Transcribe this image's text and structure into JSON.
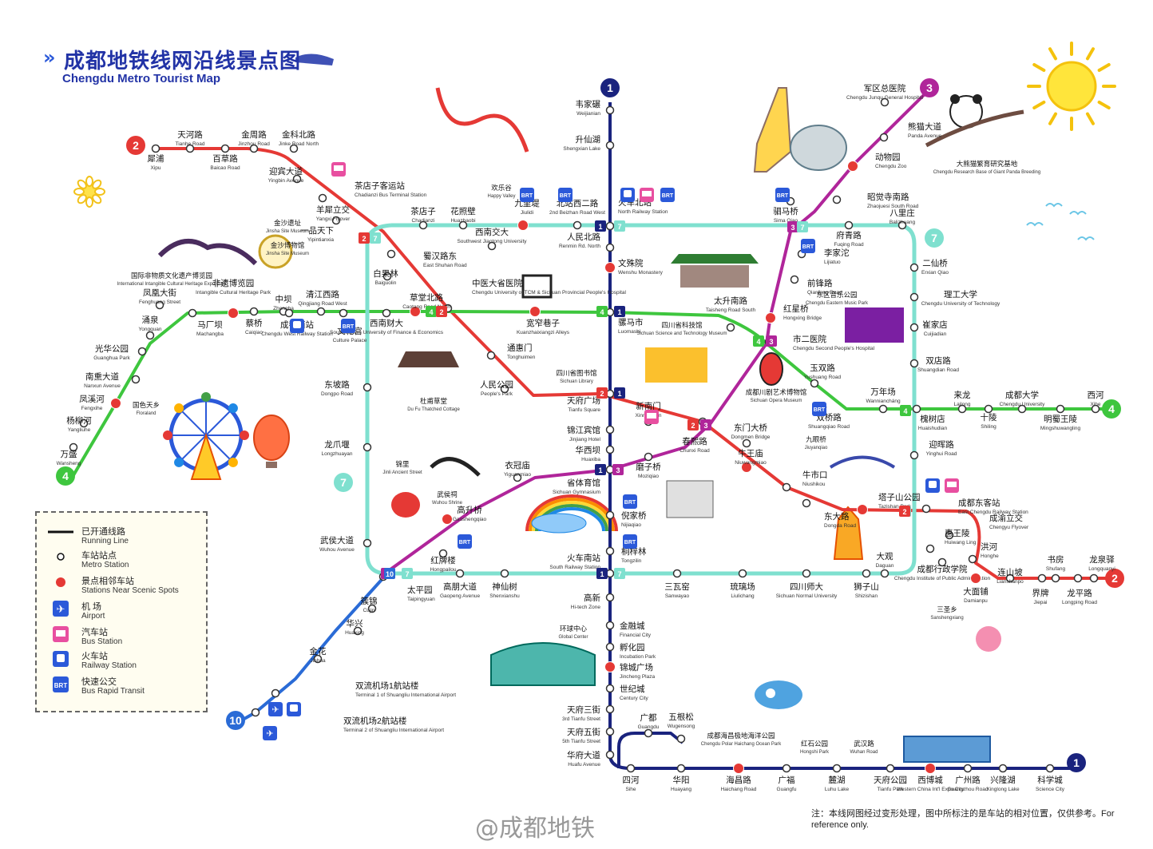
{
  "title": {
    "cn": "成都地铁线网沿线景点图",
    "en": "Chengdu Metro Tourist Map"
  },
  "line_colors": {
    "1": "#1a237e",
    "2": "#e53935",
    "3": "#b0259a",
    "4": "#3ec63e",
    "7": "#7fe0cf",
    "10": "#2a6bd6"
  },
  "lines": [
    {
      "id": "1",
      "label": "1",
      "color": "#1a237e"
    },
    {
      "id": "2",
      "label": "2",
      "color": "#e53935"
    },
    {
      "id": "3",
      "label": "3",
      "color": "#b0259a"
    },
    {
      "id": "4",
      "label": "4",
      "color": "#3ec63e"
    },
    {
      "id": "7",
      "label": "7",
      "color": "#7fe0cf"
    },
    {
      "id": "10",
      "label": "10",
      "color": "#2a6bd6"
    }
  ],
  "stations": [
    {
      "cn": "韦家碾",
      "en": "Weijianian"
    },
    {
      "cn": "升仙湖",
      "en": "Shengxian Lake"
    },
    {
      "cn": "火车北站",
      "en": "North Railway Station"
    },
    {
      "cn": "人民北路",
      "en": "Renmin Rd. North"
    },
    {
      "cn": "文殊院",
      "en": "Wenshu Monastery"
    },
    {
      "cn": "骡马市",
      "en": "Luomashi"
    },
    {
      "cn": "天府广场",
      "en": "Tianfu Square"
    },
    {
      "cn": "锦江宾馆",
      "en": "Jinjiang Hotel"
    },
    {
      "cn": "华西坝",
      "en": "Huaxiba"
    },
    {
      "cn": "省体育馆",
      "en": "Sichuan Gymnasium"
    },
    {
      "cn": "倪家桥",
      "en": "Nijiaqiao"
    },
    {
      "cn": "桐梓林",
      "en": "Tongzilin"
    },
    {
      "cn": "火车南站",
      "en": "South Railway Station"
    },
    {
      "cn": "高新",
      "en": "Hi-tech Zone"
    },
    {
      "cn": "金融城",
      "en": "Financial City"
    },
    {
      "cn": "孵化园",
      "en": "Incubation Park"
    },
    {
      "cn": "锦城广场",
      "en": "Jincheng Plaza"
    },
    {
      "cn": "世纪城",
      "en": "Century City"
    },
    {
      "cn": "天府三街",
      "en": "3rd Tianfu Street"
    },
    {
      "cn": "天府五街",
      "en": "5th Tianfu Street"
    },
    {
      "cn": "华府大道",
      "en": "Huafu Avenue"
    },
    {
      "cn": "四河",
      "en": "Sihe"
    },
    {
      "cn": "华阳",
      "en": "Huayang"
    },
    {
      "cn": "海昌路",
      "en": "Haichang Road"
    },
    {
      "cn": "广福",
      "en": "Guangfu"
    },
    {
      "cn": "麓湖",
      "en": "Luhu Lake"
    },
    {
      "cn": "天府公园",
      "en": "Tianfu Park"
    },
    {
      "cn": "西博城",
      "en": "Western China Int'l Expo City"
    },
    {
      "cn": "广州路",
      "en": "Guangzhou Road"
    },
    {
      "cn": "兴隆湖",
      "en": "Xinglong Lake"
    },
    {
      "cn": "科学城",
      "en": "Science City"
    },
    {
      "cn": "广都",
      "en": "Guangdu"
    },
    {
      "cn": "五根松",
      "en": "Wugensong"
    },
    {
      "cn": "犀浦",
      "en": "Xipu"
    },
    {
      "cn": "天河路",
      "en": "Tianhe Road"
    },
    {
      "cn": "百草路",
      "en": "Baicao Road"
    },
    {
      "cn": "金周路",
      "en": "Jinzhou Road"
    },
    {
      "cn": "金科北路",
      "en": "Jinke Road North"
    },
    {
      "cn": "迎宾大道",
      "en": "Yingbin Avenue"
    },
    {
      "cn": "茶店子客运站",
      "en": "Chadianzi Bus Terminal Station"
    },
    {
      "cn": "羊犀立交",
      "en": "Yangxi Flyover"
    },
    {
      "cn": "一品天下",
      "en": "Yipintianxia"
    },
    {
      "cn": "蜀汉路东",
      "en": "East Shuhan Road"
    },
    {
      "cn": "白果林",
      "en": "Baiguolin"
    },
    {
      "cn": "中医大省医院",
      "en": "Chengdu University of TCM & Sichuan Provincial People's Hospital"
    },
    {
      "cn": "通惠门",
      "en": "Tonghuimen"
    },
    {
      "cn": "人民公园",
      "en": "People's Park"
    },
    {
      "cn": "春熙路",
      "en": "Chunxi Road"
    },
    {
      "cn": "东门大桥",
      "en": "Dongmen Bridge"
    },
    {
      "cn": "牛王庙",
      "en": "Niuwangmiao"
    },
    {
      "cn": "牛市口",
      "en": "Niushikou"
    },
    {
      "cn": "东大路",
      "en": "Dongda Road"
    },
    {
      "cn": "塔子山公园",
      "en": "Tazishan Park"
    },
    {
      "cn": "成都东客站",
      "en": "East Chengdu Railway Station"
    },
    {
      "cn": "成渝立交",
      "en": "Chengyu Flyover"
    },
    {
      "cn": "惠王陵",
      "en": "Huiwang Ling"
    },
    {
      "cn": "洪河",
      "en": "Honghe"
    },
    {
      "cn": "成都行政学院",
      "en": "Chengdu Institute of Public Administration"
    },
    {
      "cn": "大面铺",
      "en": "Damianpu"
    },
    {
      "cn": "连山坡",
      "en": "Lianshanpo"
    },
    {
      "cn": "界牌",
      "en": "Jiepai"
    },
    {
      "cn": "书房",
      "en": "Shufang"
    },
    {
      "cn": "龙泉驿",
      "en": "Longquanyi"
    },
    {
      "cn": "龙平路",
      "en": "Longping Road"
    },
    {
      "cn": "军区总医院",
      "en": "Chengdu Junqu General Hospital"
    },
    {
      "cn": "熊猫大道",
      "en": "Panda Avenue"
    },
    {
      "cn": "动物园",
      "en": "Chengdu Zoo"
    },
    {
      "cn": "昭觉寺南路",
      "en": "Zhaojuesi South Road"
    },
    {
      "cn": "驷马桥",
      "en": "Sima Qiao"
    },
    {
      "cn": "李家沱",
      "en": "Lijiatuo"
    },
    {
      "cn": "前锋路",
      "en": "Qianfeng Road"
    },
    {
      "cn": "红星桥",
      "en": "Hongxing Bridge"
    },
    {
      "cn": "市二医院",
      "en": "Chengdu Second People's Hospital"
    },
    {
      "cn": "新南门",
      "en": "Xinnanmen"
    },
    {
      "cn": "磨子桥",
      "en": "Moziqiao"
    },
    {
      "cn": "衣冠庙",
      "en": "Yiguanmiao"
    },
    {
      "cn": "高升桥",
      "en": "Gaoshengqiao"
    },
    {
      "cn": "红牌楼",
      "en": "Hongpailou"
    },
    {
      "cn": "太平园",
      "en": "Taipingyuan"
    },
    {
      "cn": "万盛",
      "en": "Wansheng"
    },
    {
      "cn": "杨柳河",
      "en": "Yangliuhe"
    },
    {
      "cn": "凤溪河",
      "en": "Fengxihe"
    },
    {
      "cn": "南熏大道",
      "en": "Nanxun Avenue"
    },
    {
      "cn": "光华公园",
      "en": "Guanghua Park"
    },
    {
      "cn": "涌泉",
      "en": "Yongquan"
    },
    {
      "cn": "凤凰大街",
      "en": "Fenghuang Street"
    },
    {
      "cn": "马厂坝",
      "en": "Machangba"
    },
    {
      "cn": "非遗博览园",
      "en": "Intangible Cultural Heritage Park"
    },
    {
      "cn": "蔡桥",
      "en": "Caiqiao"
    },
    {
      "cn": "中坝",
      "en": "Zhongba"
    },
    {
      "cn": "成都西站",
      "en": "Chengdu West Railway Station"
    },
    {
      "cn": "清江西路",
      "en": "Qingjiang Road West"
    },
    {
      "cn": "文化宫",
      "en": "Culture Palace"
    },
    {
      "cn": "西南财大",
      "en": "Southwestern University of Finance & Economics"
    },
    {
      "cn": "草堂北路",
      "en": "Caotang Road North"
    },
    {
      "cn": "宽窄巷子",
      "en": "Kuanzhaixiangzi Alleys"
    },
    {
      "cn": "太升南路",
      "en": "Taisheng Road South"
    },
    {
      "cn": "玉双路",
      "en": "Yushuang Road"
    },
    {
      "cn": "双桥路",
      "en": "Shuangqiao Road"
    },
    {
      "cn": "万年场",
      "en": "Wanniancháng"
    },
    {
      "cn": "槐树店",
      "en": "Huaishudian"
    },
    {
      "cn": "来龙",
      "en": "Lailong"
    },
    {
      "cn": "十陵",
      "en": "Shiling"
    },
    {
      "cn": "成都大学",
      "en": "Chengdu University"
    },
    {
      "cn": "明蜀王陵",
      "en": "Mingshuwangling"
    },
    {
      "cn": "西河",
      "en": "Xihe"
    },
    {
      "cn": "茶店子",
      "en": "Chadianzi"
    },
    {
      "cn": "花照壁",
      "en": "Huazhaobi"
    },
    {
      "cn": "九里堤",
      "en": "Jiulidi"
    },
    {
      "cn": "北站西二路",
      "en": "2nd Beizhan Road West"
    },
    {
      "cn": "西南交大",
      "en": "Southwest Jiaotong University"
    },
    {
      "cn": "府青路",
      "en": "Fuqing Road"
    },
    {
      "cn": "八里庄",
      "en": "Balizhuang"
    },
    {
      "cn": "二仙桥",
      "en": "Erxian Qiao"
    },
    {
      "cn": "理工大学",
      "en": "Chengdu University of Technology"
    },
    {
      "cn": "崔家店",
      "en": "Cuijiadian"
    },
    {
      "cn": "双店路",
      "en": "Shuangdian Road"
    },
    {
      "cn": "迎晖路",
      "en": "Yinghui Road"
    },
    {
      "cn": "大观",
      "en": "Daguan"
    },
    {
      "cn": "狮子山",
      "en": "Shizishan"
    },
    {
      "cn": "四川师大",
      "en": "Sichuan Normal University"
    },
    {
      "cn": "琉璃场",
      "en": "Liulichang"
    },
    {
      "cn": "三瓦窑",
      "en": "Sanwayao"
    },
    {
      "cn": "神仙树",
      "en": "Shenxianshu"
    },
    {
      "cn": "高朋大道",
      "en": "Gaopeng Avenue"
    },
    {
      "cn": "武侯大道",
      "en": "Wuhou Avenue"
    },
    {
      "cn": "龙爪堰",
      "en": "Longzhuayan"
    },
    {
      "cn": "东坡路",
      "en": "Dongpo Road"
    },
    {
      "cn": "簇锦",
      "en": "Cujin"
    },
    {
      "cn": "华兴",
      "en": "Huaxing"
    },
    {
      "cn": "金花",
      "en": "Jinhua"
    },
    {
      "cn": "双流机场1航站楼",
      "en": "Terminal 1 of Shuangliu International Airport"
    },
    {
      "cn": "双流机场2航站楼",
      "en": "Terminal 2 of Shuangliu International Airport"
    }
  ],
  "attractions": [
    {
      "cn": "欢乐谷",
      "en": "Happy Valley"
    },
    {
      "cn": "金沙遗址",
      "en": "Jinsha Site Museum"
    },
    {
      "cn": "金沙博物馆",
      "en": "Jinsha Site Museum"
    },
    {
      "cn": "国际非物质文化遗产博览园",
      "en": "International Intangible Cultural Heritage Expo Park"
    },
    {
      "cn": "国色天乡",
      "en": "Floraland"
    },
    {
      "cn": "杜甫草堂",
      "en": "Du Fu Thatched Cottage"
    },
    {
      "cn": "四川省图书馆",
      "en": "Sichuan Library"
    },
    {
      "cn": "锦里",
      "en": "Jinli Ancient Street"
    },
    {
      "cn": "武侯祠",
      "en": "Wuhou Shrine"
    },
    {
      "cn": "四川省科技馆",
      "en": "Sichuan Science and Technology Museum"
    },
    {
      "cn": "东区音乐公园",
      "en": "Chengdu Eastern Music Park"
    },
    {
      "cn": "成都川剧艺术博物馆",
      "en": "Sichuan Opera Museum"
    },
    {
      "cn": "九眼桥",
      "en": "Jiuyanqiao"
    },
    {
      "cn": "大熊猫繁育研究基地",
      "en": "Chengdu Research Base of Giant Panda Breeding"
    },
    {
      "cn": "环球中心",
      "en": "Global Center"
    },
    {
      "cn": "成都海昌极地海洋公园",
      "en": "Chengdu Polar Haichang Ocean Park"
    },
    {
      "cn": "三圣乡",
      "en": "Sanshengxiang"
    },
    {
      "cn": "红石公园",
      "en": "Hongshi Park"
    },
    {
      "cn": "武汉路",
      "en": "Wuhan Road"
    }
  ],
  "legend": [
    {
      "cn": "已开通线路",
      "en": "Running Line",
      "icon": "line-icon"
    },
    {
      "cn": "车站站点",
      "en": "Metro Station",
      "icon": "station-icon"
    },
    {
      "cn": "景点相邻车站",
      "en": "Stations Near Scenic Spots",
      "icon": "scenic-station-icon"
    },
    {
      "cn": "机  场",
      "en": "Airport",
      "icon": "airport-icon"
    },
    {
      "cn": "汽车站",
      "en": "Bus Station",
      "icon": "bus-station-icon"
    },
    {
      "cn": "火车站",
      "en": "Railway Station",
      "icon": "railway-station-icon"
    },
    {
      "cn": "快速公交",
      "en": "Bus Rapid Transit",
      "icon": "brt-icon"
    }
  ],
  "brt_label": "BRT",
  "note": "注：本线网图经过变形处理，图中所标注的是车站的相对位置，仅供参考。For reference only.",
  "watermark": "@成都地铁"
}
